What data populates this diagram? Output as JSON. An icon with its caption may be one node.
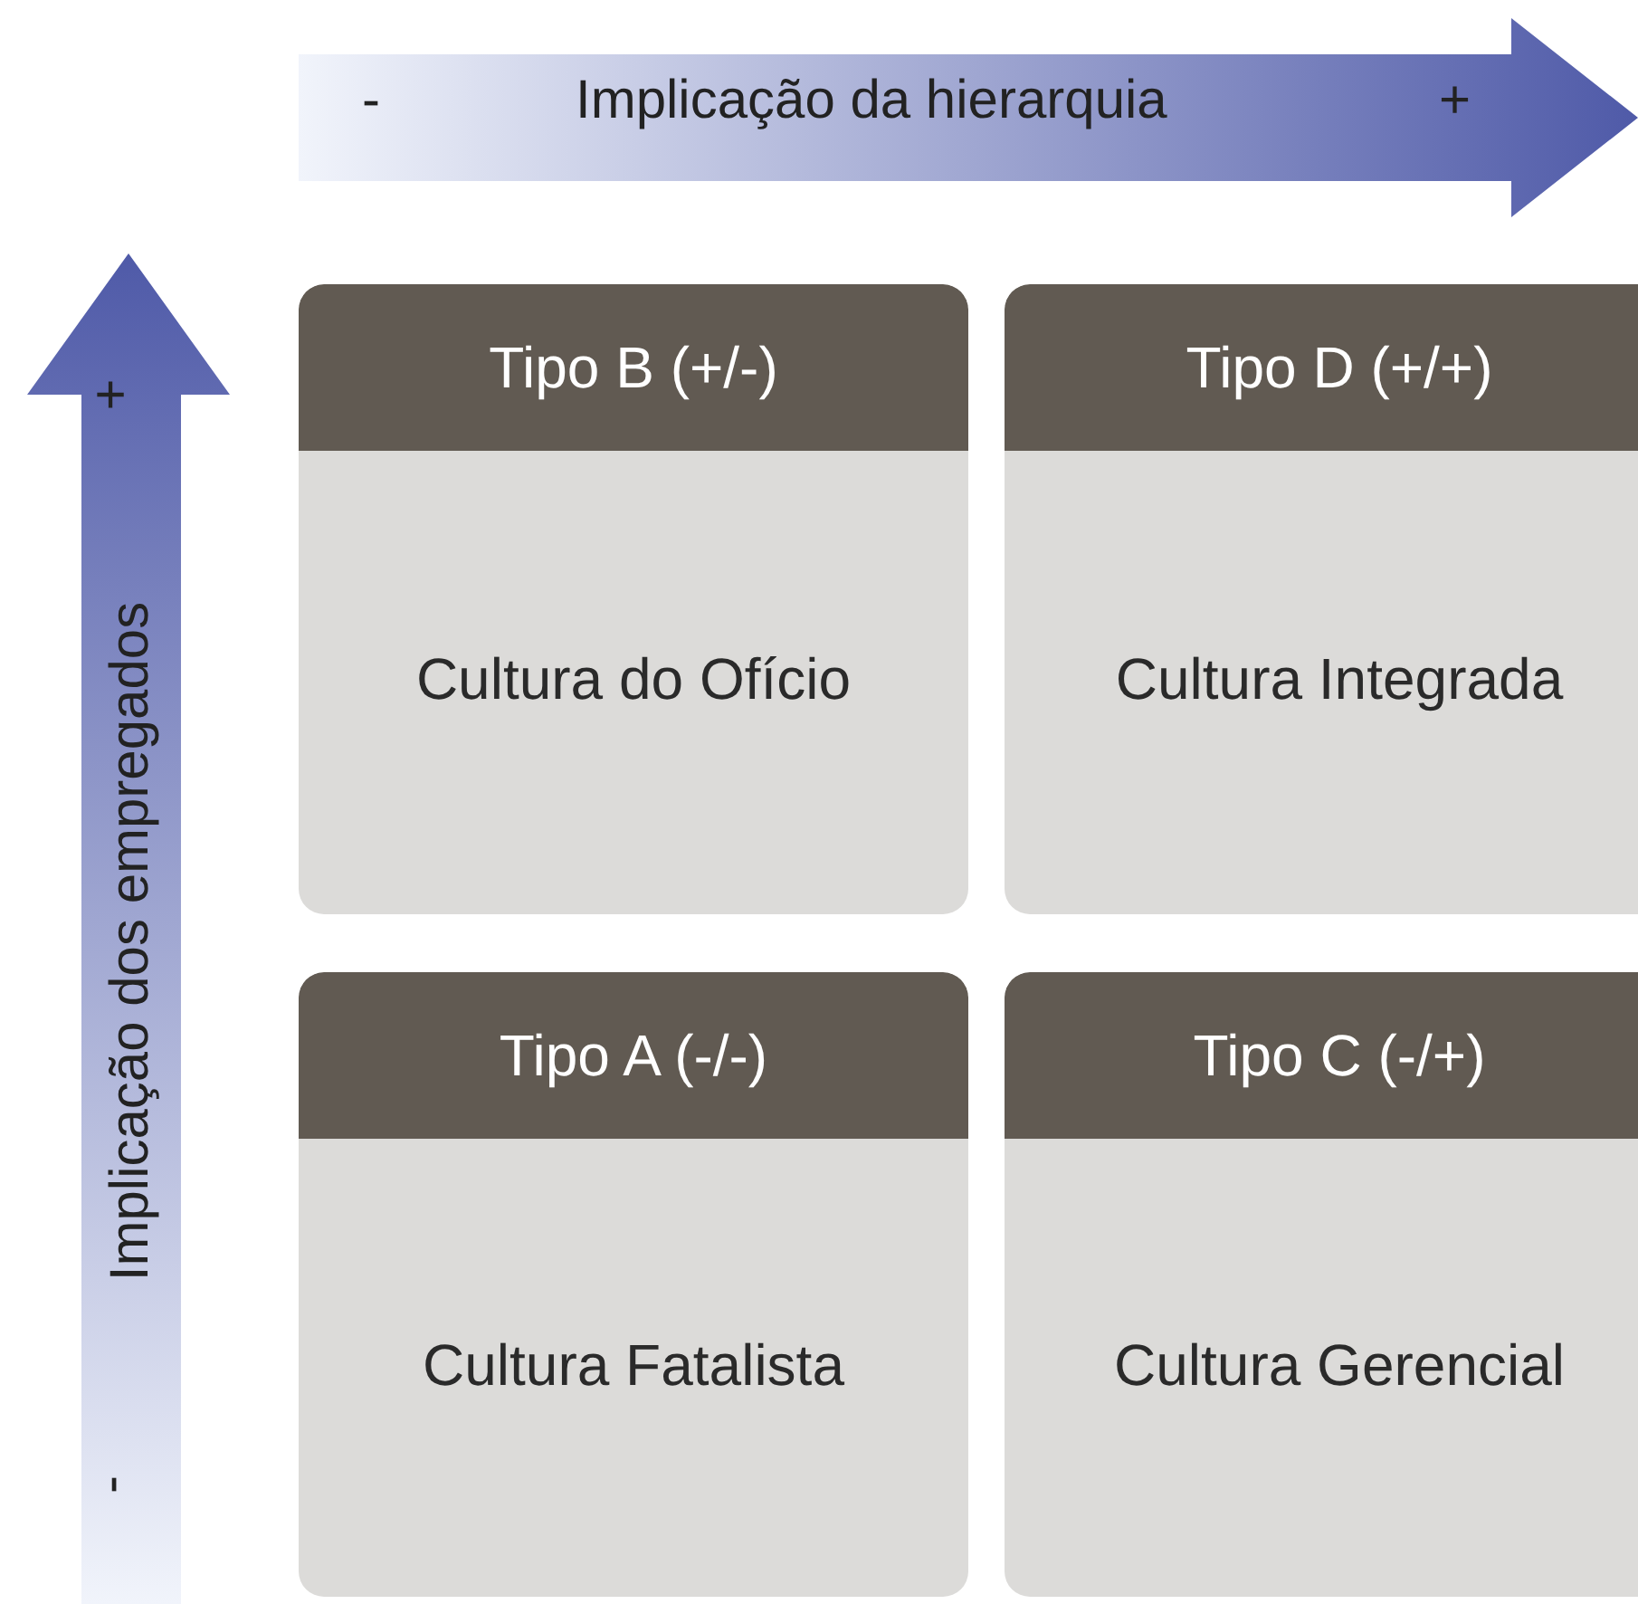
{
  "diagram": {
    "nodes": [
      {
        "text": [
          "Tipo B (+/-)",
          "Cultura do Ofício"
        ]
      },
      {
        "text": [
          "Tipo D (+/+)",
          "Cultura Integrada"
        ]
      },
      {
        "text": [
          "Tipo A (-/-)",
          "Cultura Fatalista"
        ]
      },
      {
        "text": [
          "Tipo C (-/+)",
          "Cultura Gerencial"
        ]
      }
    ],
    "edges": [],
    "labels": [
      "-",
      "Implicação da hierarquia",
      "+",
      "+",
      "Implicação dos empregados",
      "-"
    ]
  }
}
